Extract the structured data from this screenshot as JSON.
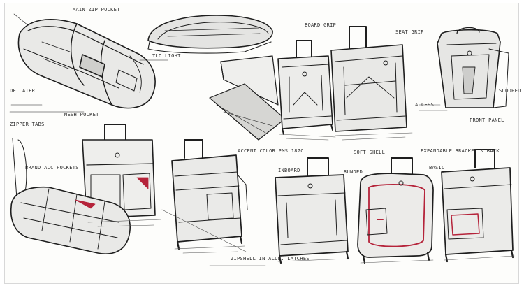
{
  "image": {
    "kind": "hand-drawn product sketch sheet (luggage design concepts)",
    "accent_color": "#b5233a",
    "ink_color": "#1e1e1e",
    "paper_color": "#fdfdfb",
    "annotations": [
      {
        "id": "main-zip-pocket",
        "text": "MAIN ZIP POCKET"
      },
      {
        "id": "tlo-light",
        "text": "TLO LIGHT"
      },
      {
        "id": "board-grip",
        "text": "BOARD GRIP"
      },
      {
        "id": "seat-grip",
        "text": "SEAT GRIP"
      },
      {
        "id": "de-later",
        "text": "DE LATER"
      },
      {
        "id": "mesh-pocket",
        "text": "MESH POCKET"
      },
      {
        "id": "scooped",
        "text": "SCOOPED"
      },
      {
        "id": "access",
        "text": "ACCESS"
      },
      {
        "id": "front-panel",
        "text": "FRONT PANEL"
      },
      {
        "id": "zipper-tabs",
        "text": "ZIPPER TABS"
      },
      {
        "id": "brand-acc-pockets",
        "text": "BRAND ACC POCKETS"
      },
      {
        "id": "accent-color",
        "text": "ACCENT COLOR PMS 187C"
      },
      {
        "id": "softshell",
        "text": "SOFT SHELL"
      },
      {
        "id": "expandable",
        "text": "EXPANDABLE BRACKET & BACK"
      },
      {
        "id": "inboard",
        "text": "INBOARD"
      },
      {
        "id": "runded",
        "text": "RUNDED"
      },
      {
        "id": "basic",
        "text": "BASIC"
      },
      {
        "id": "zipshell",
        "text": "ZIPSHELL IN ALUM. LATCHES"
      }
    ]
  }
}
